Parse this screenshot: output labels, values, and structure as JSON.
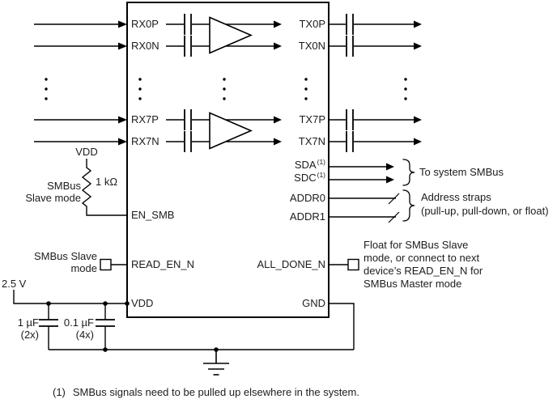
{
  "pins": {
    "rx0p": "RX0P",
    "rx0n": "RX0N",
    "rx7p": "RX7P",
    "rx7n": "RX7N",
    "en_smb": "EN_SMB",
    "read_en_n": "READ_EN_N",
    "vdd": "VDD",
    "tx0p": "TX0P",
    "tx0n": "TX0N",
    "tx7p": "TX7P",
    "tx7n": "TX7N",
    "sda": "SDA",
    "sda_sup": "(1)",
    "sdc": "SDC",
    "sdc_sup": "(1)",
    "addr0": "ADDR0",
    "addr1": "ADDR1",
    "all_done_n": "ALL_DONE_N",
    "gnd": "GND"
  },
  "annotations": {
    "supply_voltage": "2.5 V",
    "vdd_rail": "VDD",
    "resistor_value": "1 kΩ",
    "en_smb_mode_line1": "SMBus",
    "en_smb_mode_line2": "Slave mode",
    "read_en_mode_line1": "SMBus Slave",
    "read_en_mode_line2": "mode",
    "cap1_value": "1 µF",
    "cap1_count": "(2x)",
    "cap2_value": "0.1 µF",
    "cap2_count": "(4x)",
    "to_system_smbus": "To system SMBus",
    "address_straps_line1": "Address straps",
    "address_straps_line2": "(pull-up, pull-down, or float)",
    "all_done_note_line1": "Float for SMBus Slave",
    "all_done_note_line2": "mode, or connect to next",
    "all_done_note_line3": "device’s READ_EN_N for",
    "all_done_note_line4": "SMBus Master mode"
  },
  "footnote": {
    "marker": "(1)",
    "text": "SMBus signals need to be pulled up elsewhere in the system."
  },
  "colors": {
    "line": "#000000",
    "text": "#1c1c1c",
    "background": "#ffffff"
  }
}
